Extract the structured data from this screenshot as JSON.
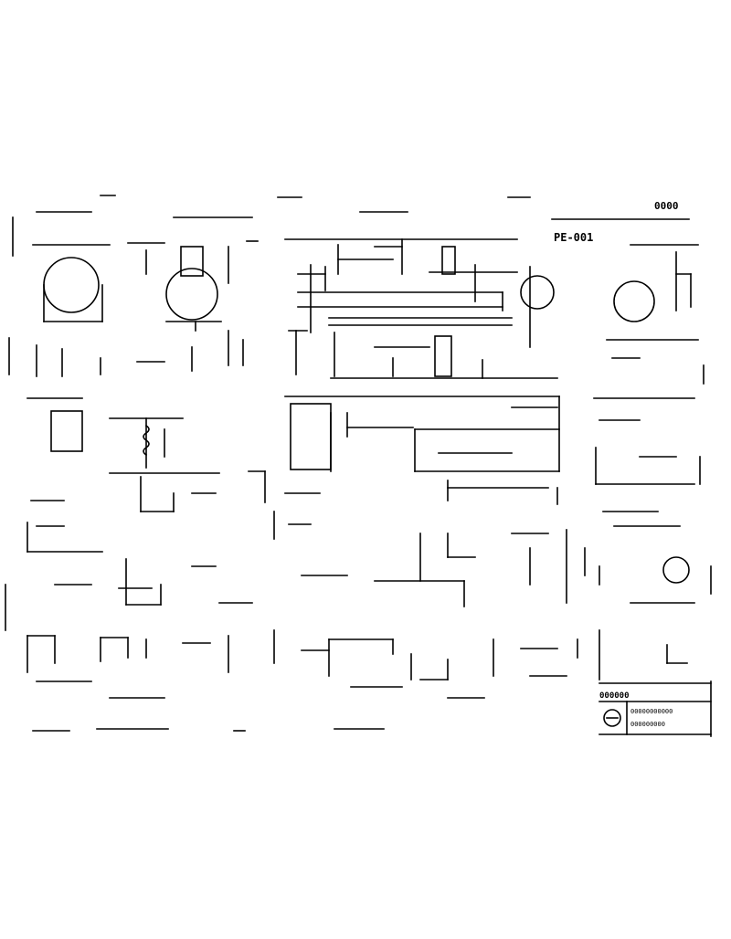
{
  "drawing": {
    "sheet_ref": "0000",
    "sheet_subref": "PE-001",
    "line_color": "#000000",
    "background": "#ffffff"
  },
  "title_block": {
    "name": "000000",
    "company": "00000000000",
    "sub": "000000000"
  },
  "icons": [
    "circuit-schematic",
    "vacuum-tube-icon",
    "transformer-icon",
    "company-logo-icon"
  ]
}
